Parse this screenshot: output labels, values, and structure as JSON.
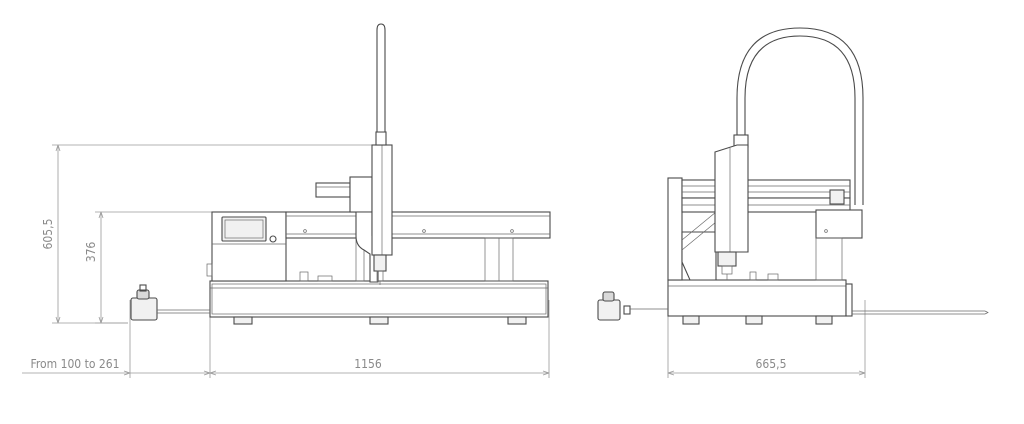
{
  "dimensions": {
    "total_height": "605,5",
    "work_height": "376",
    "offset_range": "From 100 to 261",
    "length": "1156",
    "depth": "665,5"
  }
}
